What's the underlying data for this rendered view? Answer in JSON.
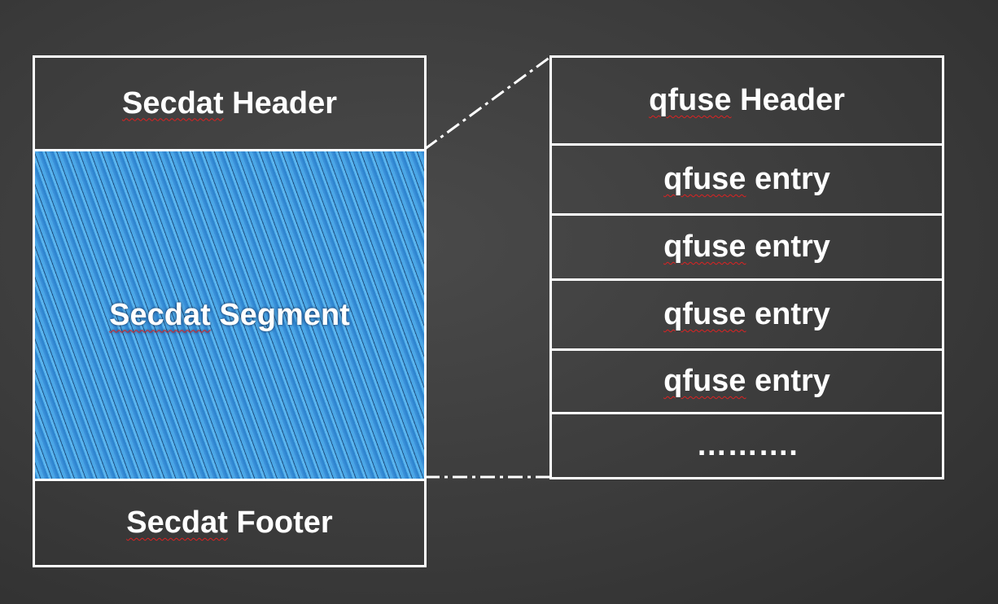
{
  "left": {
    "header": [
      "Secdat",
      " Header"
    ],
    "segment": [
      "Secdat",
      " Segment"
    ],
    "footer": [
      "Secdat",
      " Footer"
    ]
  },
  "right": {
    "header": [
      "qfuse",
      " Header"
    ],
    "entries": [
      [
        "qfuse",
        " entry"
      ],
      [
        "qfuse",
        " entry"
      ],
      [
        "qfuse",
        " entry"
      ],
      [
        "qfuse",
        " entry"
      ]
    ],
    "ellipsis": "………."
  }
}
